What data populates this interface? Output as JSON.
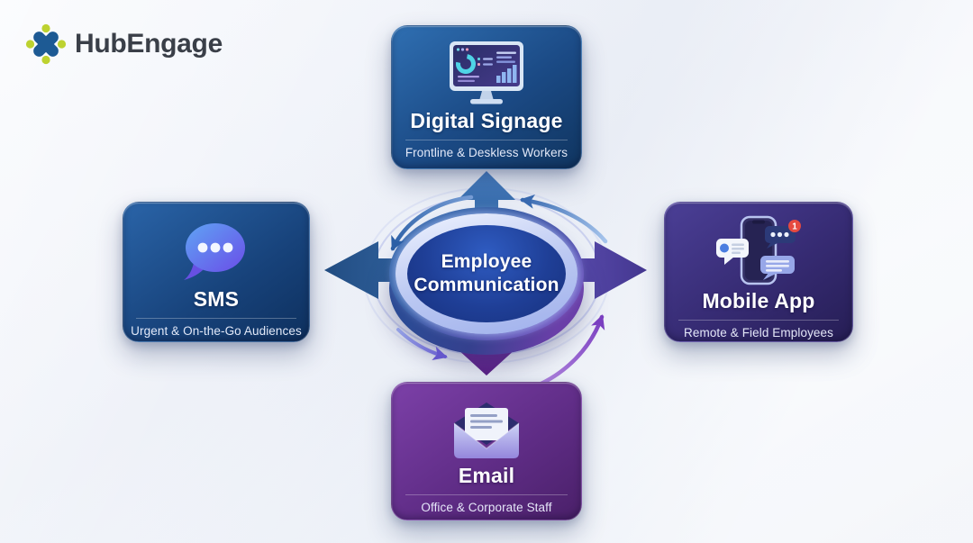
{
  "brand": {
    "name": "HubEngage"
  },
  "hub": {
    "line1": "Employee",
    "line2": "Communication"
  },
  "cards": [
    {
      "title": "Digital Signage",
      "subtitle": "Frontline & Deskless Workers",
      "icon": "monitor-dashboard-icon"
    },
    {
      "title": "SMS",
      "subtitle": "Urgent & On-the-Go Audiences",
      "icon": "chat-bubble-icon"
    },
    {
      "title": "Mobile App",
      "subtitle": "Remote & Field Employees",
      "icon": "smartphone-chat-icon",
      "badge": "1"
    },
    {
      "title": "Email",
      "subtitle": "Office & Corporate Staff",
      "icon": "open-envelope-icon"
    }
  ],
  "colors": {
    "background": "#f1f4f9",
    "card_blue_start": "#2f6fb2",
    "card_blue_end": "#103560",
    "card_indigo_start": "#4b3f96",
    "card_indigo_end": "#261e55",
    "card_purple_start": "#7c40a8",
    "card_purple_end": "#4a2069",
    "hub_core": "#1f3f97",
    "arrow_blue": "#2c5c97",
    "arrow_indigo": "#4a3e9b",
    "arrow_purple": "#6b2e92",
    "logo_blue": "#1d5a94",
    "logo_green": "#bdd230",
    "badge_red": "#e64a40"
  }
}
